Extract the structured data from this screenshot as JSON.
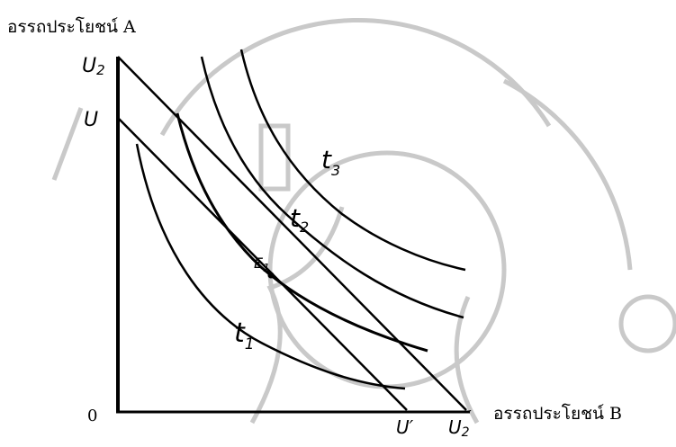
{
  "axes": {
    "y_label": "อรรถประโยชน์ A",
    "x_label": "อรรถประโยชน์ B",
    "origin": "0"
  },
  "intercepts": {
    "u": "U",
    "u2": "U",
    "u2_sub": "2",
    "u_prime": "U′",
    "u2_prime": "U",
    "u2_prime_sub": "2",
    "u2_prime_mark": "′"
  },
  "curves": {
    "t1": "t",
    "t1_sub": "1",
    "t2": "t",
    "t2_sub": "2",
    "t3": "t",
    "t3_sub": "3"
  },
  "point": {
    "e": "E",
    "e_sub": "1"
  }
}
